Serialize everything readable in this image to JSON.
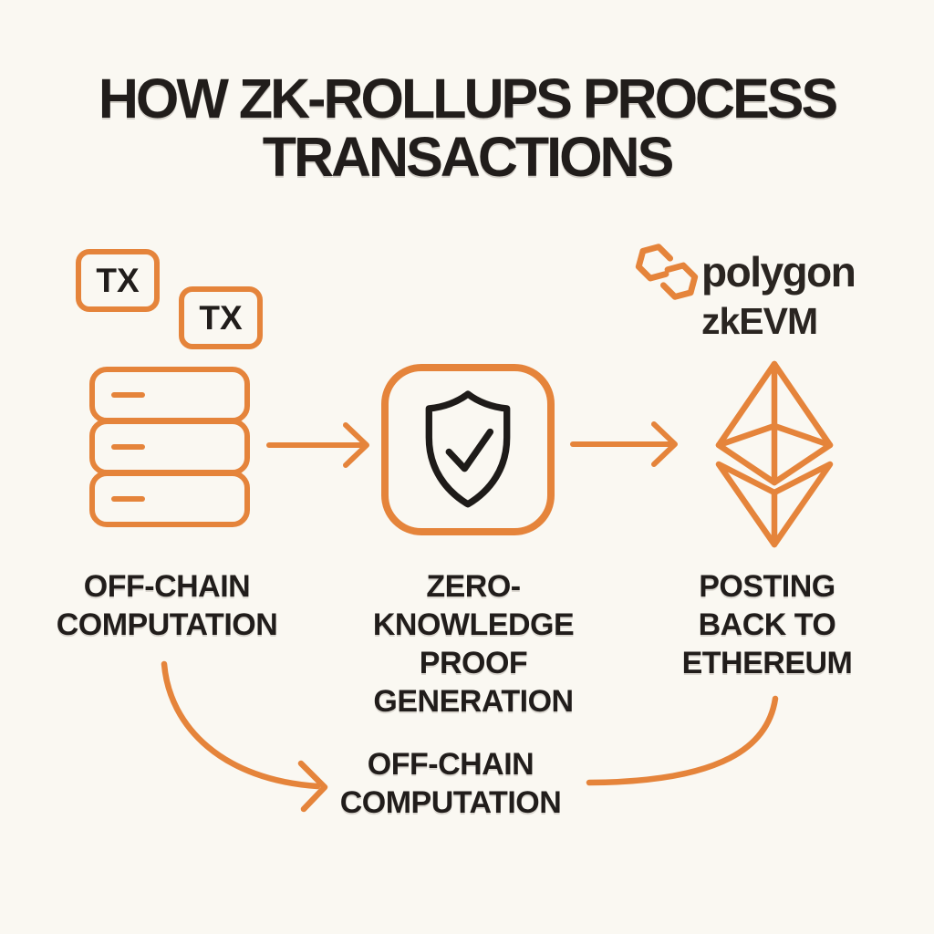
{
  "colors": {
    "background": "#FAF8F2",
    "orange": "#E5843B",
    "ink": "#211D1B"
  },
  "title": {
    "line1": "HOW ZK-ROLLUPS PROCESS",
    "line2": "TRANSACTIONS"
  },
  "tx_badges": [
    {
      "label": "TX"
    },
    {
      "label": "TX"
    }
  ],
  "brand": {
    "name": "polygon",
    "product": "zkEVM",
    "icon": "polygon-hexagons-icon"
  },
  "steps": [
    {
      "id": "off-chain-computation",
      "icon": "server-stack-icon",
      "label": "OFF-CHAIN\nCOMPUTATION"
    },
    {
      "id": "zk-proof-generation",
      "icon": "shield-check-icon",
      "label": "ZERO-KNOWLEDGE\nPROOF GENERATION"
    },
    {
      "id": "posting-back-to-ethereum",
      "icon": "ethereum-icon",
      "label": "POSTING\nBACK TO\nETHEREUM"
    }
  ],
  "bottom_label": "OFF-CHAIN\nCOMPUTATION",
  "connectors": [
    {
      "id": "arrow-1",
      "type": "straight-arrow",
      "from": "off-chain-computation",
      "to": "zk-proof-generation"
    },
    {
      "id": "arrow-2",
      "type": "straight-arrow",
      "from": "zk-proof-generation",
      "to": "posting-back-to-ethereum"
    },
    {
      "id": "curve-left",
      "type": "curved-arrow",
      "from": "off-chain-computation-label",
      "to": "bottom-label"
    },
    {
      "id": "curve-right",
      "type": "curved-line",
      "from": "posting-back-to-ethereum-label",
      "to": "bottom-label"
    }
  ]
}
